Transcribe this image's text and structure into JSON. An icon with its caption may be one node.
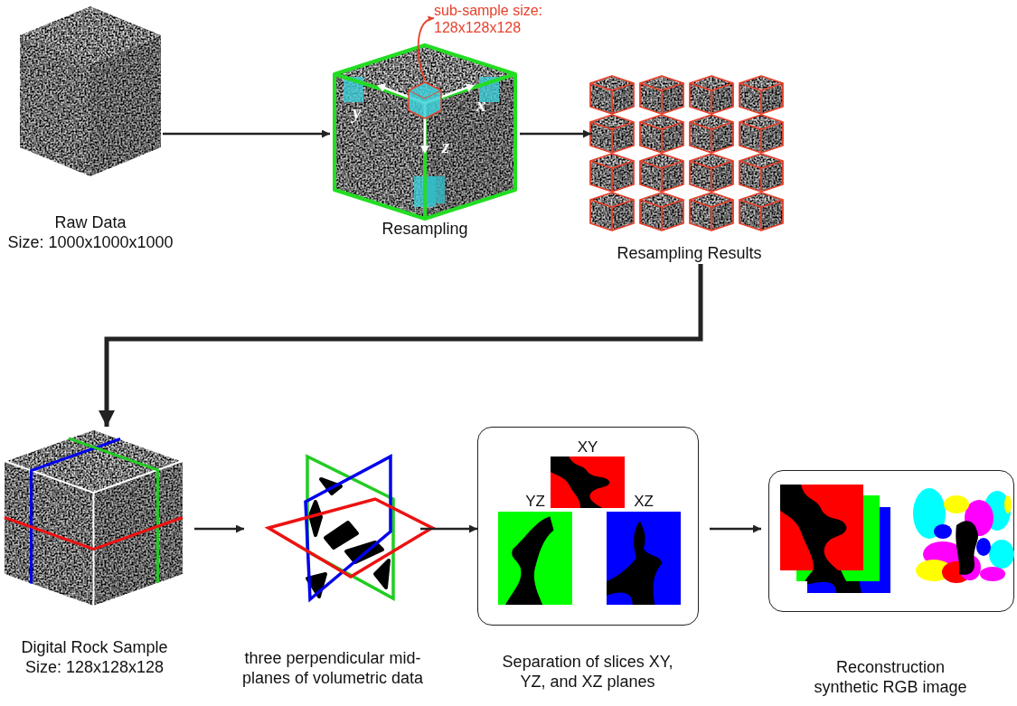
{
  "diagram": {
    "nodes": [
      {
        "text": [
          "Raw Data",
          "Size: 1000x1000x1000"
        ]
      },
      {
        "text": [
          "Resampling"
        ]
      },
      {
        "text": [],
        "shape": "box",
        "in": 1
      },
      {
        "text": [
          "sub-sample size: 128x128x128"
        ]
      },
      {
        "text": [
          "Resampling Results"
        ]
      },
      {
        "text": [
          "Digital Rock Sample",
          "Size: 128x128x128"
        ]
      },
      {
        "text": [],
        "shape": "picture",
        "beside": [
          "three perpendicular mid-planes of volumetric data"
        ]
      },
      {
        "text": [],
        "shape": "box",
        "beside": [
          "Separation of slices XY, YZ, and XZ planes"
        ]
      },
      {
        "text": [
          "XY"
        ],
        "in": 7
      },
      {
        "text": [
          "YZ"
        ],
        "in": 7
      },
      {
        "text": [
          "XZ"
        ],
        "in": 7
      },
      {
        "text": [],
        "shape": "box",
        "beside": [
          "Reconstruction synthetic RGB image"
        ]
      },
      {
        "text": [],
        "shape": "picture",
        "in": 11
      },
      {
        "text": [],
        "shape": "picture",
        "in": 11
      }
    ],
    "edges": [
      {
        "from": 0,
        "to": 1,
        "arrow": "to"
      },
      {
        "from": 1,
        "to": 4,
        "arrow": "to"
      },
      {
        "from": 2,
        "to": 3,
        "arrow": "to",
        "color": "#e8412c"
      },
      {
        "from": 4,
        "to": 5,
        "arrow": "to",
        "style": "thick"
      },
      {
        "from": 5,
        "to": 6,
        "arrow": "to"
      },
      {
        "from": 6,
        "to": 7,
        "arrow": "to"
      },
      {
        "from": 7,
        "to": 11,
        "arrow": "to"
      }
    ],
    "labels": [
      "y",
      "x",
      "z"
    ]
  }
}
